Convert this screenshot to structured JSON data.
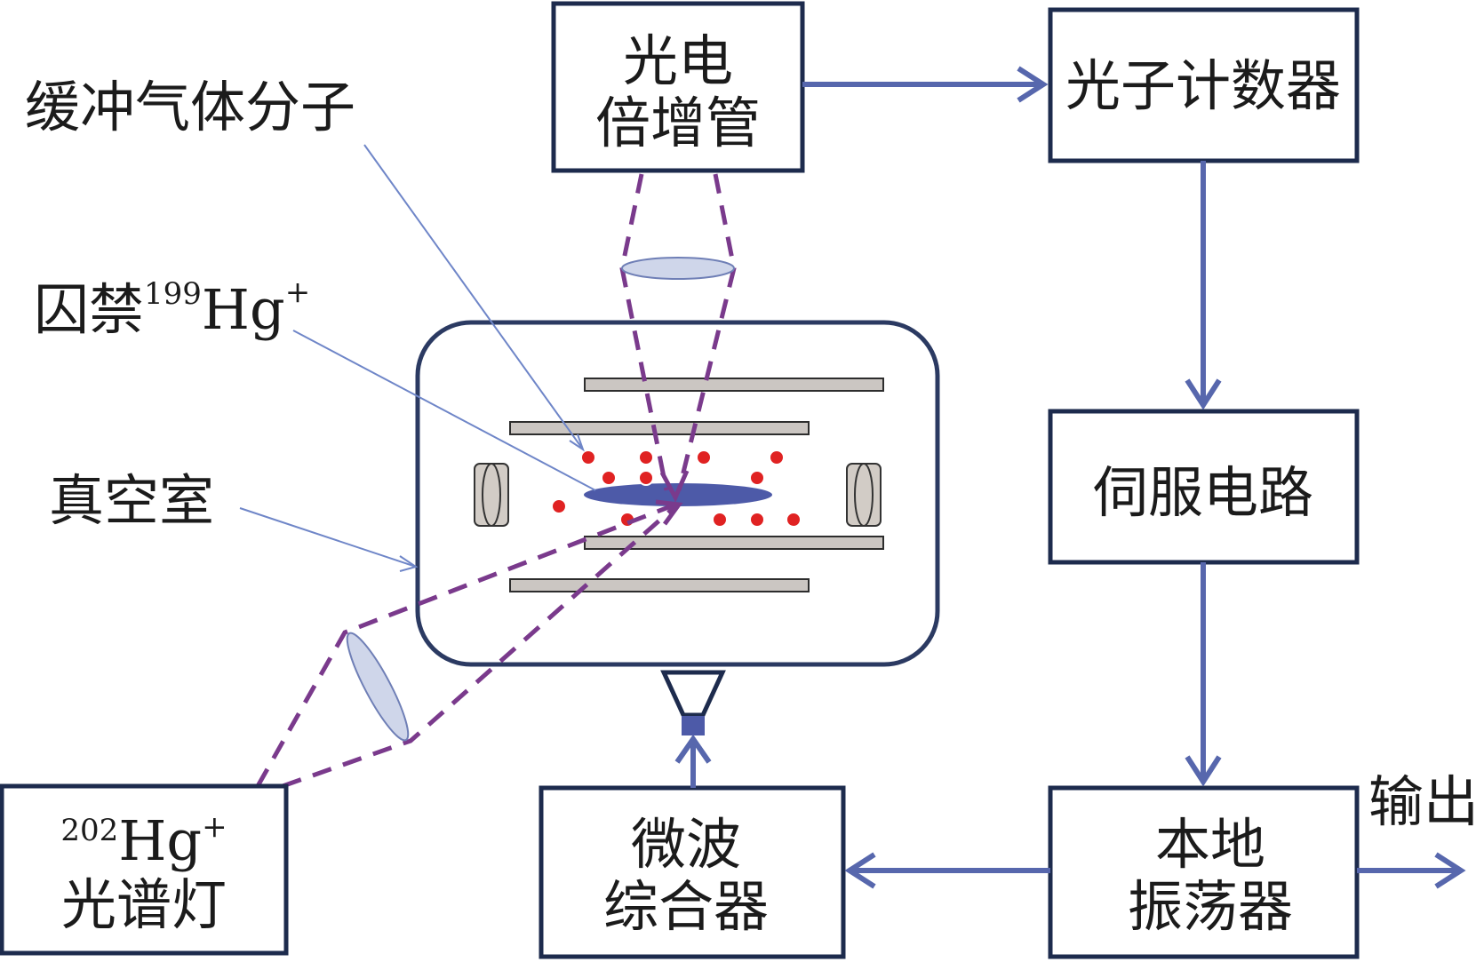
{
  "labels": {
    "pmt_line1": "光电",
    "pmt_line2": "倍增管",
    "photon_counter": "光子计数器",
    "servo": "伺服电路",
    "lo_line1": "本地",
    "lo_line2": "振荡器",
    "output": "输出",
    "synth_line1": "微波",
    "synth_line2": "综合器",
    "lamp_mass": "202",
    "lamp_elem": "Hg",
    "lamp_charge": "+",
    "lamp_line2": "光谱灯",
    "buffer_gas": "缓冲气体分子",
    "trapped_prefix": "囚禁",
    "trapped_mass": "199",
    "trapped_elem": "Hg",
    "trapped_charge": "+",
    "vacuum": "真空室"
  },
  "colors": {
    "arrow": "#5767ad",
    "beam": "#7a3a8c",
    "box_stroke": "#1d2b4d",
    "ion_cloud": "#4d5aa8",
    "gas_molecule": "#e02222"
  }
}
